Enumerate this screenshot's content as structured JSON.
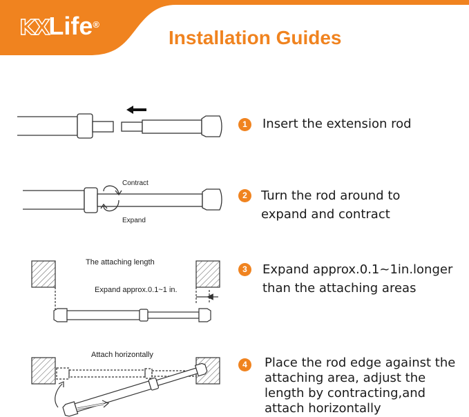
{
  "brand": {
    "logo_mark": "KX",
    "logo_word": "Life",
    "registered": "®"
  },
  "title": "Installation Guides",
  "steps": [
    {
      "number": "1",
      "lines": [
        "Insert the extension rod"
      ]
    },
    {
      "number": "2",
      "lines": [
        "Turn the rod around to",
        "expand and contract"
      ]
    },
    {
      "number": "3",
      "lines": [
        "Expand approx.0.1~1in.longer",
        "than the attaching areas"
      ]
    },
    {
      "number": "4",
      "lines": [
        "Place the rod edge against the",
        "attaching area, adjust the",
        "length by contracting,and",
        "attach horizontally"
      ]
    }
  ],
  "diagram_labels": {
    "contract": "Contract",
    "expand": "Expand",
    "attaching_length": "The attaching length",
    "expand_approx": "Expand approx.0.1~1 in.",
    "attach_horizontally": "Attach horizontally"
  },
  "colors": {
    "accent": "#f0831f",
    "line": "#333333",
    "text": "#1a1a1a"
  }
}
